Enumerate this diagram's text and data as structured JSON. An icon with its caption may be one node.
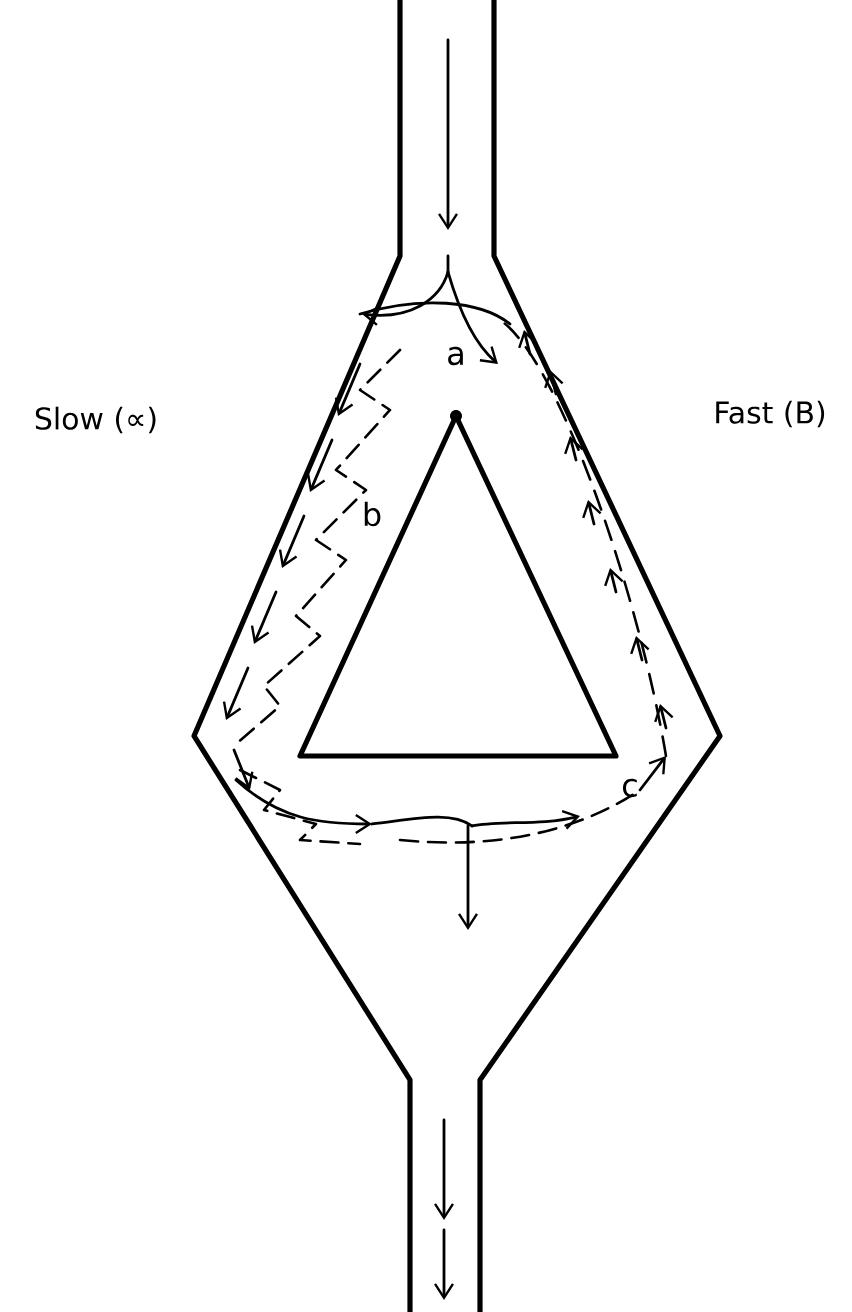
{
  "diagram": {
    "labels": [
      "Slow (∝)",
      "Fast (B)",
      "a",
      "b",
      "c"
    ]
  }
}
